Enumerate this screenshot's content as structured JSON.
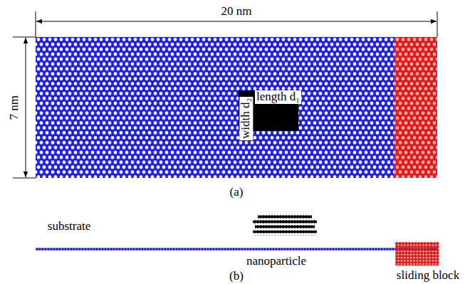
{
  "diagram": {
    "labels": [
      "20 nm",
      "7 nm",
      "length d₁",
      "width d₂",
      "(a)",
      "substrate",
      "nanoparticle",
      "sliding block",
      "(b)"
    ]
  }
}
